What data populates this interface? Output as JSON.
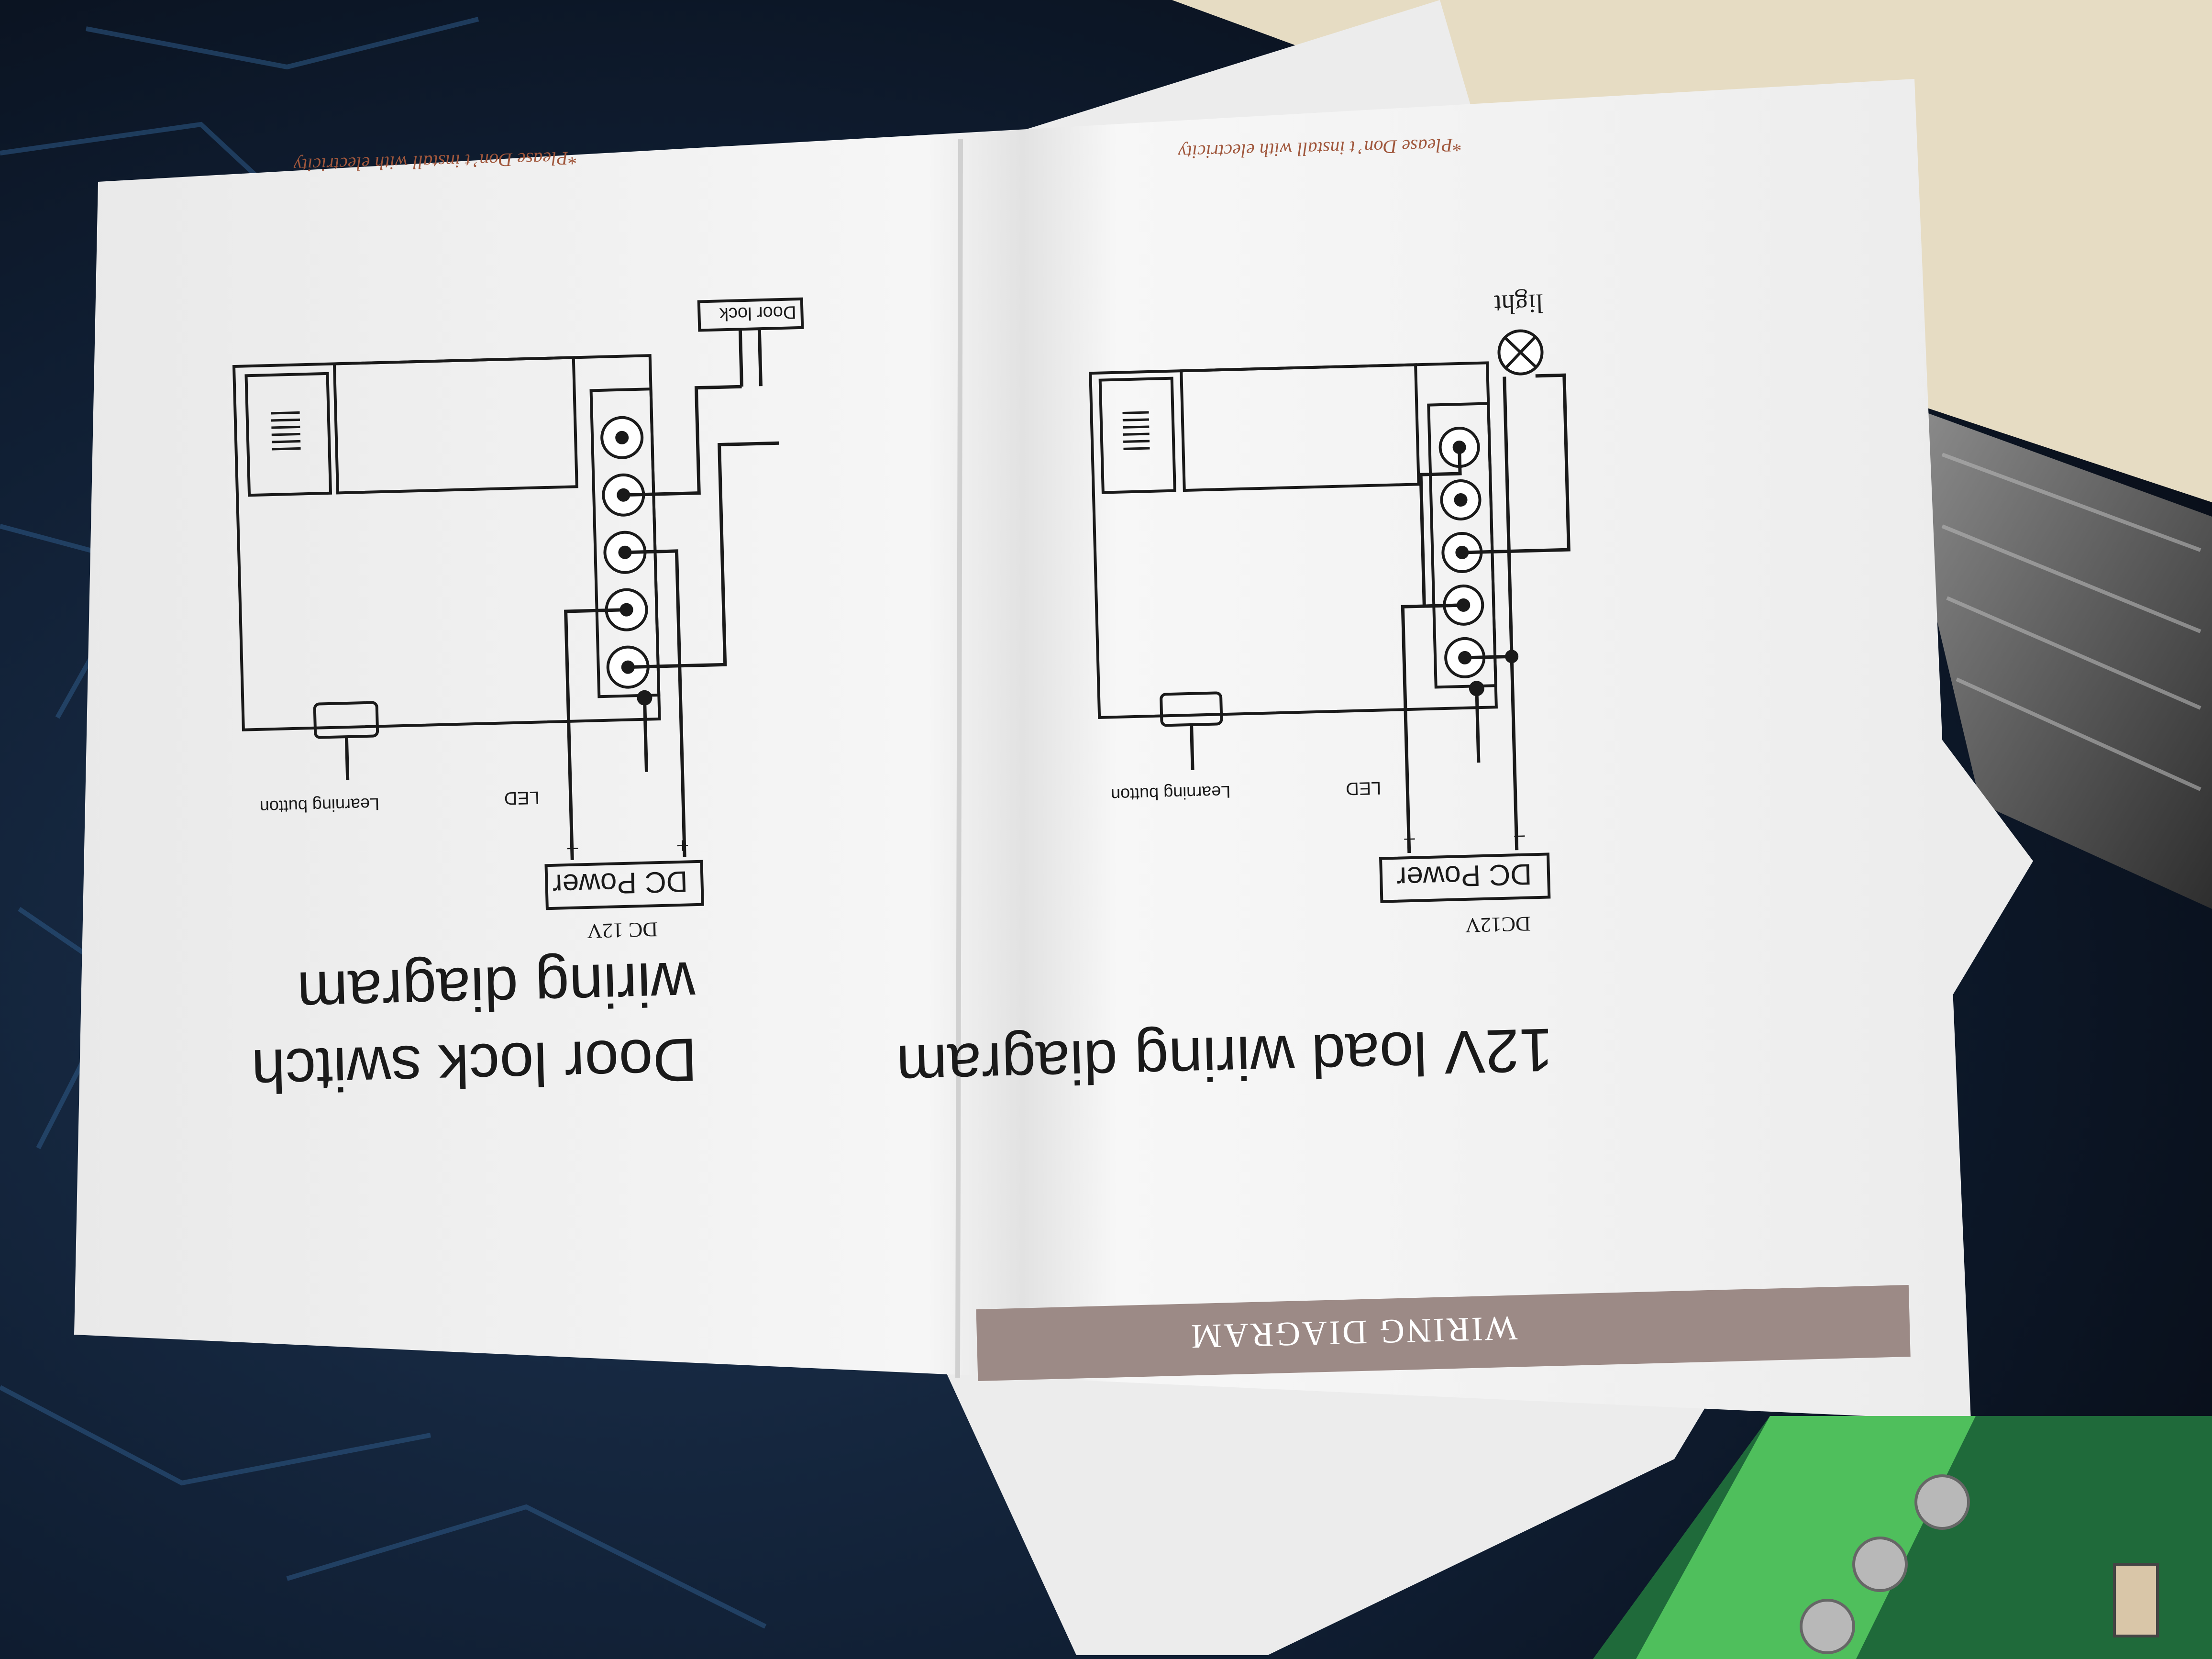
{
  "left_page": {
    "title_line1": "Door lock switch",
    "title_line2": "wiring diagram",
    "supply_label": "DC 12V",
    "power_box": "DC Power",
    "plus": "+",
    "minus": "−",
    "led_label": "LED",
    "learning_label": "Learning button",
    "door_lock_label": "Door lock",
    "warning": "*Please Don’ t install with electricity"
  },
  "right_page": {
    "band_label": "WIRING DIAGRAM",
    "title": "12V load wiring diagram",
    "supply_label": "DC12V",
    "power_box": "DC Power",
    "plus": "+",
    "minus": "−",
    "led_label": "LED",
    "learning_label": "Learning button",
    "light_label": "light",
    "warning": "*Please Don’ t install with electricity"
  },
  "colors": {
    "background": "#0d1626",
    "paper": "#f4f4f4",
    "band": "#9c8a86",
    "warning_text": "#a0573c",
    "board_green": "#3faa52",
    "table_beige": "#e6dcc3"
  }
}
